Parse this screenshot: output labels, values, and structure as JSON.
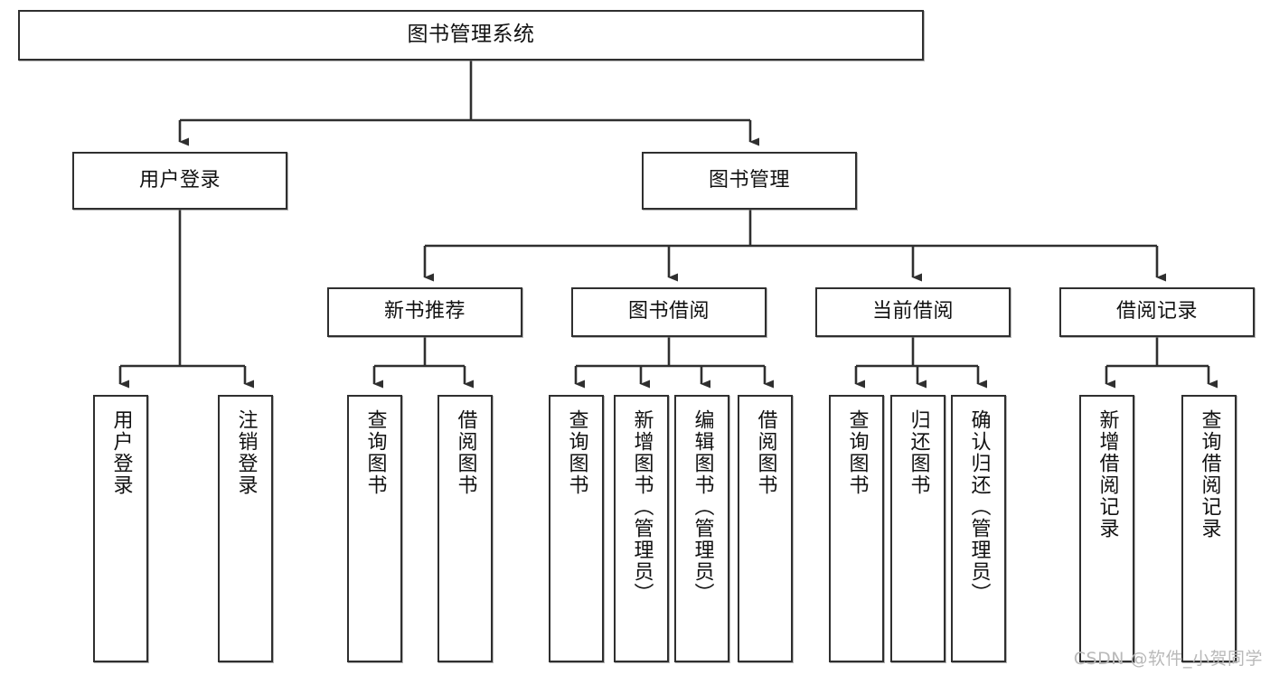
{
  "diagram": {
    "title": "图书管理系统",
    "type": "hierarchy-tree",
    "levels": 4,
    "root": {
      "label": "图书管理系统"
    },
    "level2": [
      {
        "label": "用户登录"
      },
      {
        "label": "图书管理"
      }
    ],
    "level3": [
      {
        "label": "新书推荐"
      },
      {
        "label": "图书借阅"
      },
      {
        "label": "当前借阅"
      },
      {
        "label": "借阅记录"
      }
    ],
    "leaves": {
      "user_login": [
        {
          "label": "用户登录"
        },
        {
          "label": "注销登录"
        }
      ],
      "new_book_recommend": [
        {
          "label": "查询图书"
        },
        {
          "label": "借阅图书"
        }
      ],
      "book_borrow": [
        {
          "label": "查询图书"
        },
        {
          "label": "新增图书（管理员）"
        },
        {
          "label": "编辑图书（管理员）"
        },
        {
          "label": "借阅图书"
        }
      ],
      "current_borrow": [
        {
          "label": "查询图书"
        },
        {
          "label": "归还图书"
        },
        {
          "label": "确认归还（管理员）"
        }
      ],
      "borrow_record": [
        {
          "label": "新增借阅记录"
        },
        {
          "label": "查询借阅记录"
        }
      ]
    }
  },
  "watermark": {
    "text": "CSDN @软件_小贺同学"
  },
  "colors": {
    "border": "#2f2f2f",
    "text": "#111111",
    "background": "#ffffff",
    "watermark": "#b9b9b9"
  }
}
